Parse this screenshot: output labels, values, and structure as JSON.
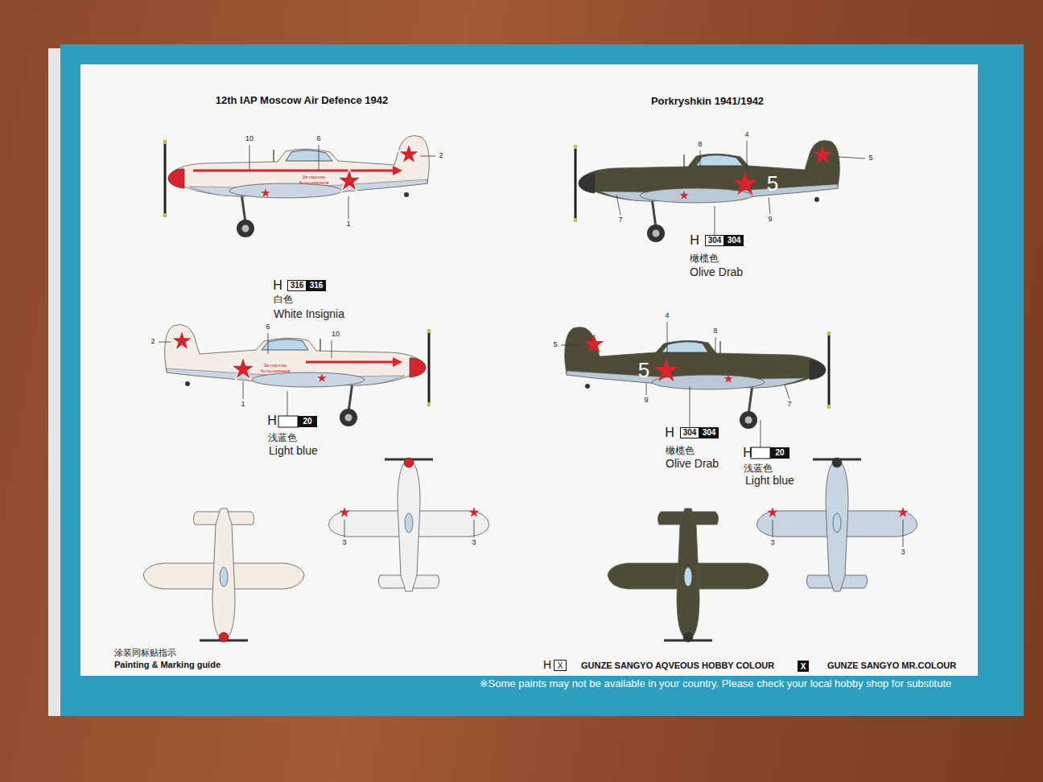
{
  "diagram": {
    "nodes": [
      {
        "text": [
          "304"
        ]
      },
      {
        "text": [
          "304"
        ]
      },
      {
        "text": [
          "316"
        ]
      },
      {
        "text": [
          "316"
        ]
      },
      {
        "text": [
          "20"
        ]
      },
      {
        "text": [
          "304"
        ]
      },
      {
        "text": [
          "304"
        ]
      },
      {
        "text": [
          "20"
        ]
      }
    ],
    "labels": [
      "12th IAP Moscow Air Defence 1942",
      "Porkryshkin 1941/1942",
      "10",
      "6",
      "2",
      "1",
      "За партию большевиков",
      "H",
      "白色",
      "White Insignia",
      "2",
      "6",
      "10",
      "За партию большевиков",
      "1",
      "H",
      "浅蓝色",
      "Light blue",
      "3",
      "3",
      "8",
      "4",
      "5",
      "5",
      "7",
      "9",
      "H",
      "橄榄色",
      "Olive Drab",
      "4",
      "8",
      "5",
      "5",
      "9",
      "7",
      "H",
      "橄榄色",
      "Olive Drab",
      "H",
      "浅蓝色",
      "Light blue",
      "3",
      "3",
      "涂装同标贴指示",
      "Painting & Marking guide",
      "H",
      "X",
      "X",
      "※Some paints may not be available in your country. Please check your local hobby shop for substitute"
    ],
    "legend": [
      {
        "text": "GUNZE SANGYO AQVEOUS HOBBY COLOUR",
        "color": "#ffffff"
      },
      {
        "text": "GUNZE SANGYO MR.COLOUR",
        "color": "#111111"
      }
    ]
  }
}
